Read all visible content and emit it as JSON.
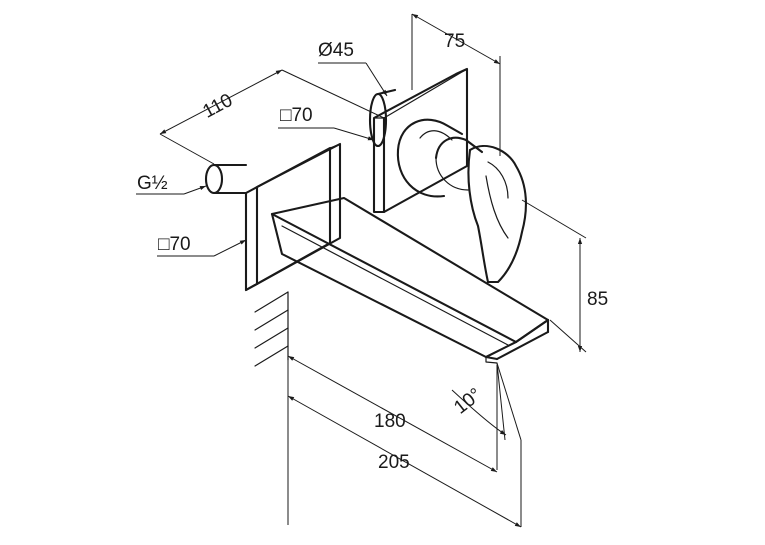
{
  "dimensions": {
    "diameter_45": "Ø45",
    "width_75": "75",
    "depth_110": "110",
    "square_70_upper": "□70",
    "thread_g12": "G½",
    "square_70_lower": "□70",
    "height_85": "85",
    "angle_10": "10°",
    "length_180": "180",
    "length_205": "205"
  }
}
